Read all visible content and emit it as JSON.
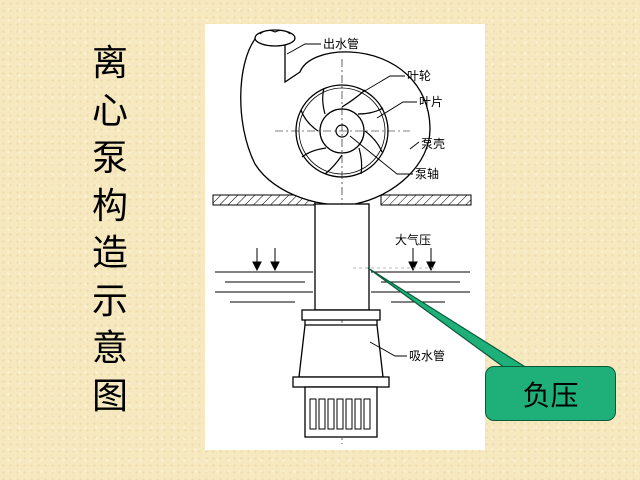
{
  "slide": {
    "title_chars": [
      "离",
      "心",
      "泵",
      "构",
      "造",
      "示",
      "意",
      "图"
    ],
    "background_color": "#f7e9bf"
  },
  "diagram": {
    "labels": {
      "outlet_pipe": "出水管",
      "impeller": "叶轮",
      "blade": "叶片",
      "pump_casing": "泵壳",
      "pump_shaft": "泵轴",
      "atmospheric_pressure": "大气压",
      "suction_pipe": "吸水管"
    }
  },
  "callout": {
    "text": "负压",
    "fill_color": "#1fb07a"
  }
}
